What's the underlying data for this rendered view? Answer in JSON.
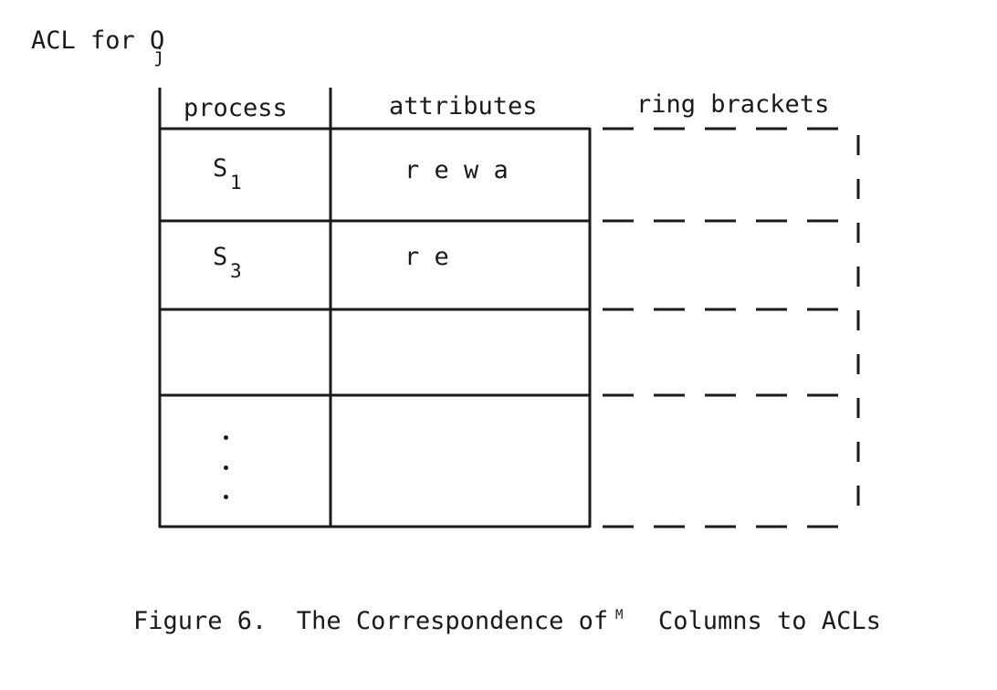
{
  "acl_label": {
    "text": "ACL for O",
    "subscript": "j"
  },
  "table": {
    "headers": [
      "process",
      "attributes",
      "ring brackets"
    ],
    "rows": [
      {
        "process_base": "S",
        "process_subscript": "1",
        "attributes": "r e w a"
      },
      {
        "process_base": "S",
        "process_subscript": "3",
        "attributes": "r e"
      },
      {
        "process_base": "",
        "process_subscript": "",
        "attributes": ""
      },
      {
        "process_base": "",
        "process_subscript": "",
        "attributes": "",
        "ellipsis": true
      }
    ]
  },
  "caption": {
    "before": "Figure 6.  The Correspondence of",
    "symbol": "M",
    "after": "Columns to ACLs"
  }
}
